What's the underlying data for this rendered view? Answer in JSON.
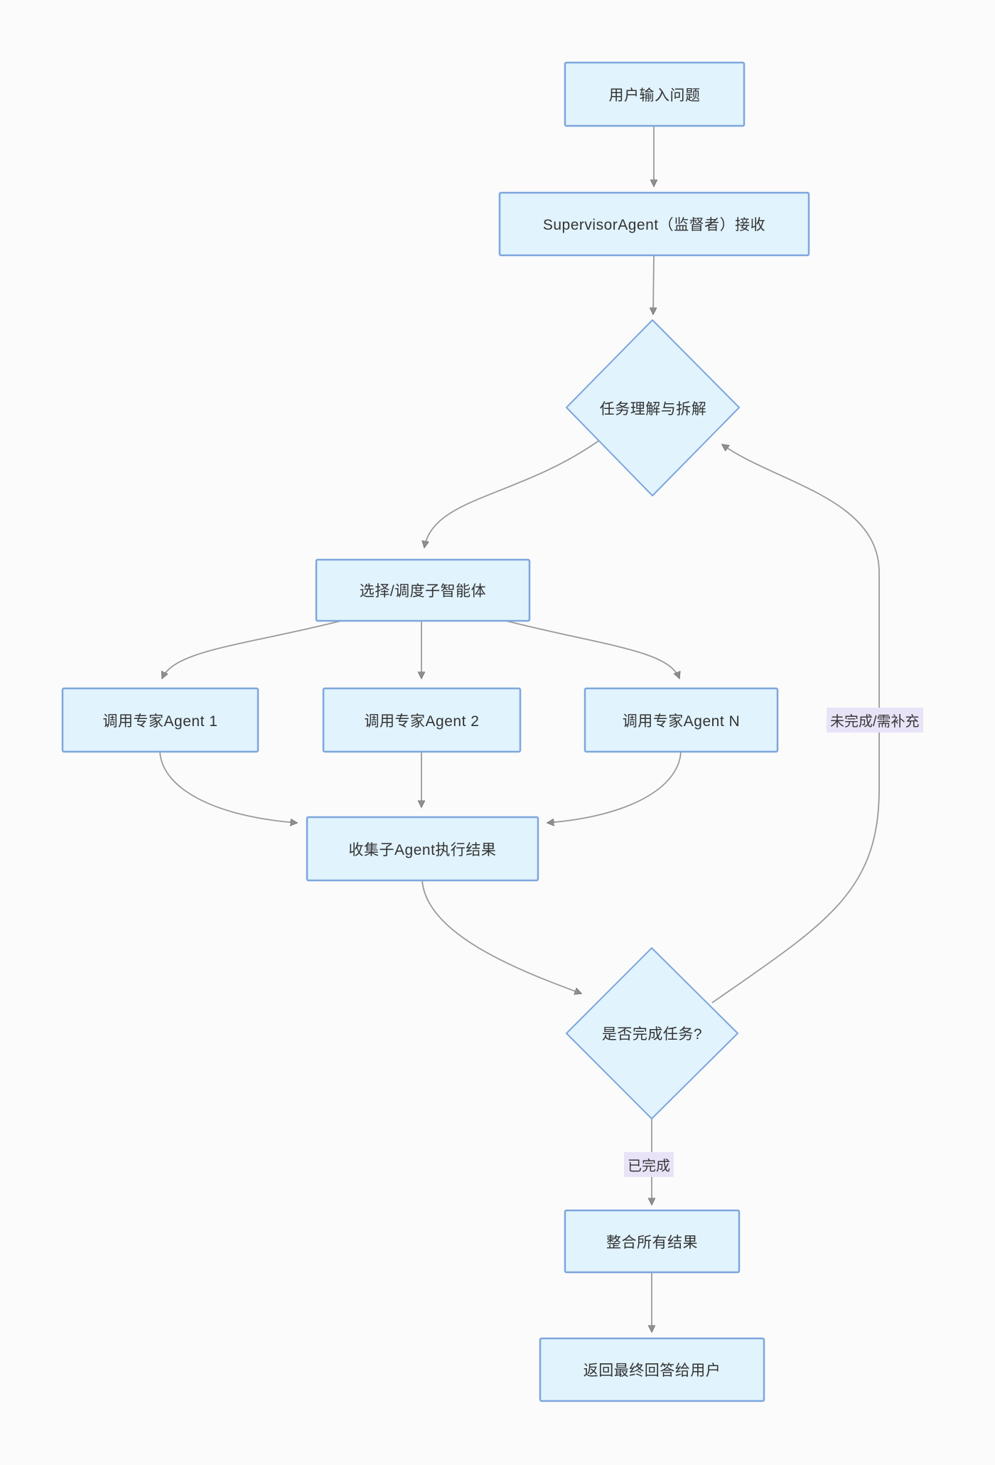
{
  "diagram": {
    "type": "flowchart",
    "direction": "top-down",
    "nodes": {
      "user_input": {
        "label": "用户输入问题",
        "shape": "rect"
      },
      "supervisor": {
        "label": "SupervisorAgent（监督者）接收",
        "shape": "rect"
      },
      "understand": {
        "label": "任务理解与拆解",
        "shape": "diamond"
      },
      "select": {
        "label": "选择/调度子智能体",
        "shape": "rect"
      },
      "agent1": {
        "label": "调用专家Agent 1",
        "shape": "rect"
      },
      "agent2": {
        "label": "调用专家Agent 2",
        "shape": "rect"
      },
      "agentN": {
        "label": "调用专家Agent N",
        "shape": "rect"
      },
      "collect": {
        "label": "收集子Agent执行结果",
        "shape": "rect"
      },
      "done_check": {
        "label": "是否完成任务?",
        "shape": "diamond"
      },
      "merge": {
        "label": "整合所有结果",
        "shape": "rect"
      },
      "final": {
        "label": "返回最终回答给用户",
        "shape": "rect"
      }
    },
    "edge_labels": {
      "incomplete": "未完成/需补充",
      "complete": "已完成"
    },
    "edges": [
      "user_input -> supervisor",
      "supervisor -> understand",
      "understand -> select",
      "select -> agent1",
      "select -> agent2",
      "select -> agentN",
      "agent1 -> collect",
      "agent2 -> collect",
      "agentN -> collect",
      "collect -> done_check",
      "done_check -> understand (未完成/需补充)",
      "done_check -> merge (已完成)",
      "merge -> final"
    ]
  },
  "style": {
    "node_fill": "#e1f3fd",
    "node_border": "#7da6dd",
    "edge_color": "#9a9a9a",
    "arrow_fill": "#8f8f8f",
    "text_color": "#333333",
    "label_bg": "#e9e3f8",
    "page_bg": "#fbfbfb"
  }
}
